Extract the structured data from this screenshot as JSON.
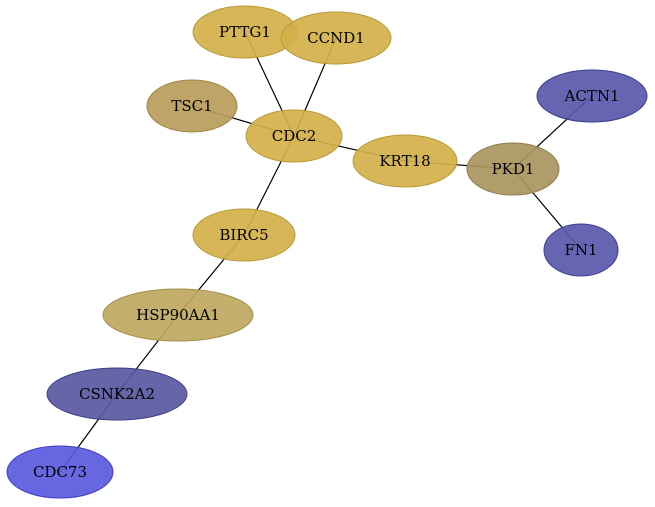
{
  "nodes": [
    {
      "id": "CDC2",
      "label": "CDC2",
      "color": "#d4b04a",
      "stroke": "#b89a3a"
    },
    {
      "id": "PTTG1",
      "label": "PTTG1",
      "color": "#d4b04a",
      "stroke": "#b89a3a"
    },
    {
      "id": "CCND1",
      "label": "CCND1",
      "color": "#d4b04a",
      "stroke": "#b89a3a"
    },
    {
      "id": "TSC1",
      "label": "TSC1",
      "color": "#b89d5a",
      "stroke": "#9e8648"
    },
    {
      "id": "KRT18",
      "label": "KRT18",
      "color": "#d4b04a",
      "stroke": "#b89a3a"
    },
    {
      "id": "PKD1",
      "label": "PKD1",
      "color": "#a8955e",
      "stroke": "#8f7e4c"
    },
    {
      "id": "ACTN1",
      "label": "ACTN1",
      "color": "#5858aa",
      "stroke": "#3e3e90"
    },
    {
      "id": "FN1",
      "label": "FN1",
      "color": "#5858aa",
      "stroke": "#3e3e90"
    },
    {
      "id": "BIRC5",
      "label": "BIRC5",
      "color": "#d4b04a",
      "stroke": "#b89a3a"
    },
    {
      "id": "HSP90AA1",
      "label": "HSP90AA1",
      "color": "#bea85e",
      "stroke": "#a38f4c"
    },
    {
      "id": "CSNK2A2",
      "label": "CSNK2A2",
      "color": "#5858a0",
      "stroke": "#3e3e88"
    },
    {
      "id": "CDC73",
      "label": "CDC73",
      "color": "#5a5ae0",
      "stroke": "#4040c0"
    }
  ],
  "edges": [
    {
      "source": "PTTG1",
      "target": "CDC2"
    },
    {
      "source": "CCND1",
      "target": "CDC2"
    },
    {
      "source": "TSC1",
      "target": "CDC2"
    },
    {
      "source": "CDC2",
      "target": "KRT18"
    },
    {
      "source": "KRT18",
      "target": "PKD1"
    },
    {
      "source": "PKD1",
      "target": "ACTN1"
    },
    {
      "source": "PKD1",
      "target": "FN1"
    },
    {
      "source": "CDC2",
      "target": "BIRC5"
    },
    {
      "source": "BIRC5",
      "target": "HSP90AA1"
    },
    {
      "source": "HSP90AA1",
      "target": "CSNK2A2"
    },
    {
      "source": "CSNK2A2",
      "target": "CDC73"
    }
  ]
}
